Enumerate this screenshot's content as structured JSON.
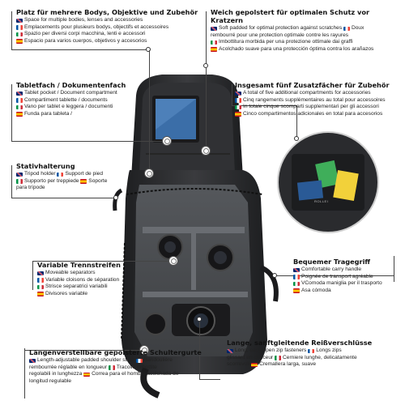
{
  "blocks": {
    "bodies": {
      "title": "Platz für mehrere Bodys, Objektive und Zubehör",
      "en": "Space for multiple bodies, lenses and accessories",
      "fr": "Emplacements pour plusieurs bodys, objectifs et accessoires",
      "it": "Spazio per diversi corpi macchina, lenti e accessori",
      "es": "Espacio para varios cuerpos, objetivos y accesorios"
    },
    "padded": {
      "title": "Weich gepolstert für optimalen Schutz vor Kratzern",
      "en": "Soft padded for optimal protection against scratches",
      "fr_1": "Doux",
      "fr_2": "rembourré pour une protection optimale contre les rayures",
      "it": "Imbottitura morbida per una protezione ottimale dai graffi",
      "es": "Acolchado suave para una protección óptima contra los arañazos"
    },
    "tablet": {
      "title": "Tabletfach / Dokumentenfach",
      "en": "Tablet pocket / Document compartment",
      "fr": "Compartiment tablette / documents",
      "it": "Vano per tablet e leggera / documenti",
      "es": "Funda para tableta /"
    },
    "five": {
      "title": "Insgesamt fünf Zusatzfächer für Zubehör",
      "en": "A total of five additional compartments for accessories",
      "fr": "Cinq rangements supplémentaires au total pour accessoires",
      "it": "In totale cinque scomparti supplementari per gli accessori",
      "es": "Cinco compartimentos adicionales en total para accesorios"
    },
    "tripod": {
      "title": "Stativhalterung",
      "en": "Tripod holder",
      "fr": "Support de pied",
      "it": "Supporto per treppiede",
      "es_1": "Soporte",
      "es_2": "para trípode"
    },
    "handle": {
      "title": "Bequemer Tragegriff",
      "en": "Comfortable carry handle",
      "fr": "Poignée de transport agréable",
      "it": "VComoda maniglia per il trasporto",
      "es": "Asa cómoda"
    },
    "dividers": {
      "title": "Variable Trennstreifen",
      "en": "Moveable separators",
      "fr": "Variable cloisons de séparation",
      "it": "Strisce separatrici variabili",
      "es": "Divisores variable"
    },
    "zips": {
      "title": "Lange, sanftgleitende Reißverschlüsse",
      "en": "Long, easy-open zip fasteners",
      "fr_1": "Longs zips",
      "fr_2": "glissant en douceur",
      "it_1": "Cerniere lunghe, delicatamente",
      "it_2": "scorrevoli",
      "es": "Cremallera larga, suave"
    },
    "strap": {
      "title": "Längenverstellbare gepolsterte Schultergurte",
      "en": "Length-adjustable padded shoulder strap",
      "fr_1": "Bandoulière",
      "fr_2": "rembourrée réglable en longueur",
      "it_1": "Tracolle imbottite",
      "it_2": "regolabili in lunghezza",
      "es_1": "Correa para el hombro acolchada de",
      "es_2": "longitud regulable"
    }
  },
  "product": {
    "pouch_brand": "ROLLEI"
  },
  "colors": {
    "bag_body": "#2b2c2e",
    "bag_interior": "#4a4c50",
    "tablet_screen": "#3b6ea8",
    "pouch_card_yellow": "#f2d13a",
    "pouch_card_green": "#3fae5a"
  },
  "icons": [
    "flag-uk-icon",
    "flag-fr-icon",
    "flag-it-icon",
    "flag-es-icon",
    "callout-dot-icon",
    "zoom-gear-icon"
  ]
}
